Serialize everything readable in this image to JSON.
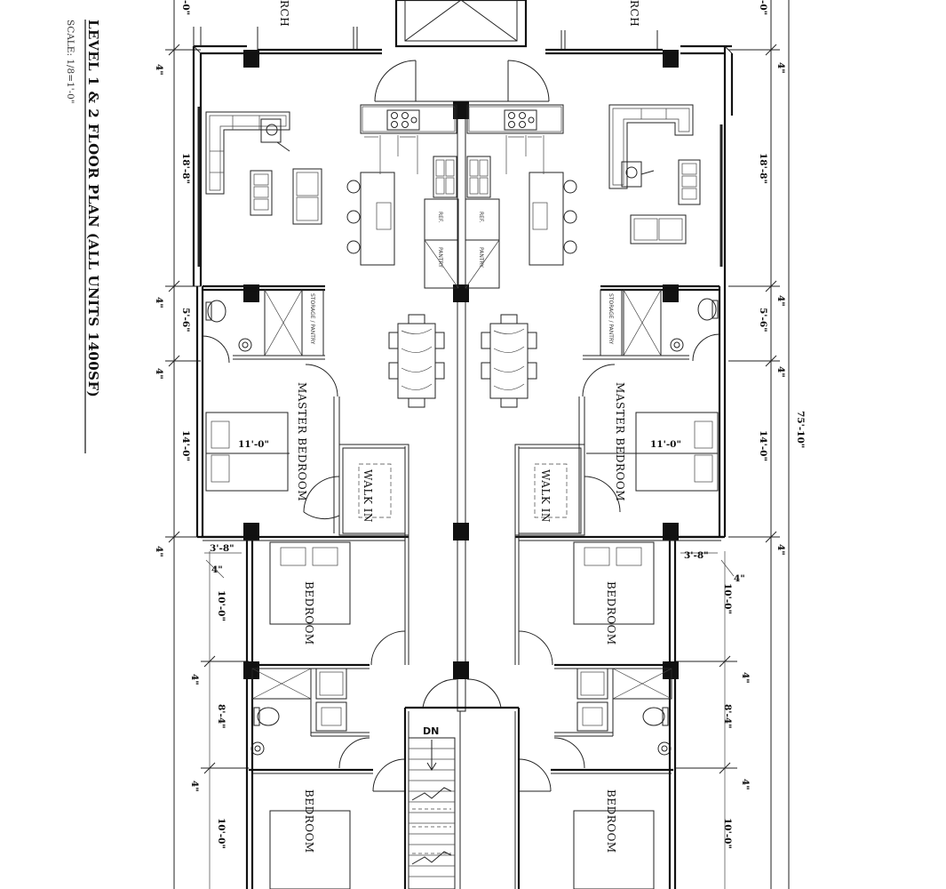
{
  "title": {
    "main": "LEVEL 1 & 2 FLOOR PLAN (ALL UNITS 1400SF)",
    "scale": "SCALE: 1/8=1'-0\""
  },
  "rooms": {
    "porch_left": "RCH",
    "porch_right": "RCH",
    "master_left": "MASTER BEDROOM",
    "master_right": "MASTER BEDROOM",
    "walkin_left": "WALK IN",
    "walkin_right": "WALK IN",
    "bedroom1_left": "BEDROOM",
    "bedroom1_right": "BEDROOM",
    "bedroom2_left": "BEDROOM",
    "bedroom2_right": "BEDROOM",
    "storage_left": "STORAGE / PANTRY",
    "storage_right": "STORAGE / PANTRY",
    "pantry_left": "PANTRY",
    "pantry_right": "PANTRY",
    "ref_left": "REF.",
    "ref_right": "REF.",
    "stair": "DN"
  },
  "dimensions": {
    "left": {
      "top": "-0\"",
      "d1": "4\"",
      "living": "18'-8\"",
      "d2": "4\"",
      "bath": "5'-6\"",
      "d3": "4\"",
      "master": "14'-0\"",
      "d4": "4\"",
      "bed1": "10'-0\"",
      "d5": "4\"",
      "bath2": "8'-4\"",
      "d6": "4\"",
      "bed2": "10'-0\""
    },
    "right": {
      "top": "-0\"",
      "d1": "4\"",
      "living": "18'-8\"",
      "d2": "4\"",
      "bath": "5'-6\"",
      "d3": "4\"",
      "master": "14'-0\"",
      "d4": "4\"",
      "bed1": "10'-0\"",
      "d5": "4\"",
      "bath2": "8'-4\"",
      "d6": "4\"",
      "bed2": "10'-0\""
    },
    "overall": "75'-10\"",
    "master_width_left": "11'-0\"",
    "master_width_right": "11'-0\"",
    "closet_left": "3'-8\"",
    "closet_right": "3'-8\"",
    "wall_left": "4\"",
    "wall_right": "4\""
  }
}
